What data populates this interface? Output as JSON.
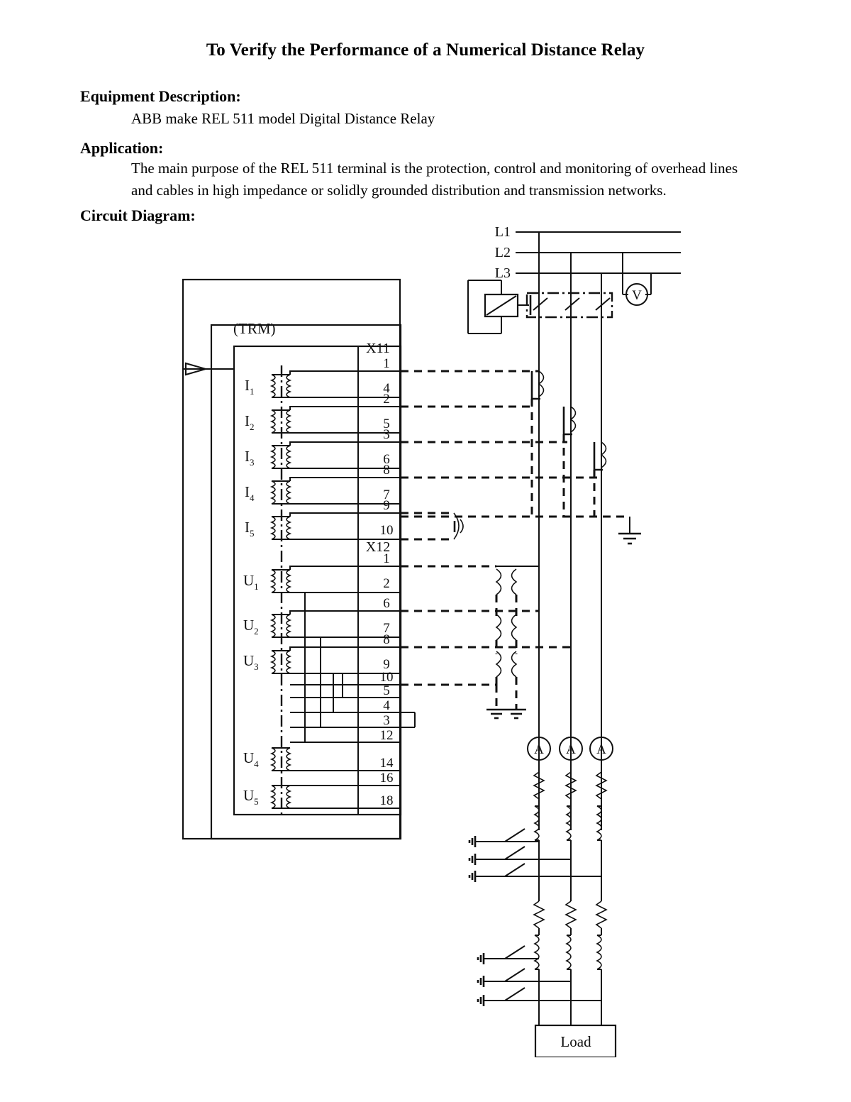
{
  "document": {
    "title": "To Verify the Performance of a Numerical Distance Relay",
    "sections": {
      "equipment": {
        "heading": "Equipment Description:",
        "body": "ABB make REL 511 model Digital Distance Relay"
      },
      "application": {
        "heading": "Application:",
        "body": "The main purpose of the REL 511 terminal is the protection, control and monitoring of overhead lines and cables in high impedance or solidly grounded distribution and transmission networks."
      },
      "circuit": {
        "heading": "Circuit Diagram:"
      }
    }
  },
  "diagram": {
    "relay_block_label": "(TRM)",
    "phase_lines": [
      "L1",
      "L2",
      "L3"
    ],
    "terminal_blocks": [
      {
        "name": "X11",
        "inputs": [
          "I1",
          "I2",
          "I3",
          "I4",
          "I5"
        ],
        "input_subs": [
          "1",
          "2",
          "3",
          "4",
          "5"
        ],
        "terminals": [
          "1",
          "4",
          "2",
          "5",
          "3",
          "6",
          "8",
          "7",
          "9",
          "10"
        ]
      },
      {
        "name": "X12",
        "inputs": [
          "U1",
          "U2",
          "U3",
          "U4",
          "U5"
        ],
        "input_subs": [
          "1",
          "2",
          "3",
          "4",
          "5"
        ],
        "terminals": [
          "1",
          "2",
          "6",
          "7",
          "8",
          "9",
          "10",
          "5",
          "4",
          "3",
          "12",
          "14",
          "16",
          "18"
        ]
      }
    ],
    "meters": {
      "voltmeter_label": "V",
      "ammeter_label": "A",
      "ammeter_count": 3
    },
    "load_label": "Load",
    "icons": [
      "trip-coil-icon",
      "circuit-breaker-icon",
      "voltmeter-icon",
      "ammeter-icon",
      "current-transformer-icon",
      "voltage-transformer-icon",
      "ground-icon",
      "resistor-icon",
      "inductor-icon",
      "switch-icon",
      "arrow-icon"
    ],
    "colors": {
      "line": "#111111",
      "background": "#ffffff"
    }
  }
}
